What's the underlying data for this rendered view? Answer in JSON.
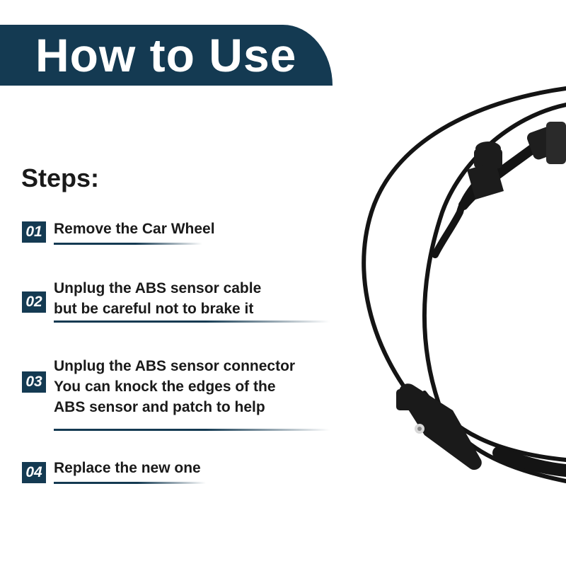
{
  "title": "How to Use",
  "steps_heading": "Steps:",
  "steps": [
    {
      "number": "01",
      "lines": [
        "Remove the Car Wheel"
      ]
    },
    {
      "number": "02",
      "lines": [
        "Unplug the ABS sensor cable",
        "but be careful not to brake it"
      ]
    },
    {
      "number": "03",
      "lines": [
        "Unplug the ABS sensor connector",
        "You can knock the edges of the",
        "ABS sensor and patch to help"
      ]
    },
    {
      "number": "04",
      "lines": [
        "Replace the new one"
      ]
    }
  ],
  "colors": {
    "accent": "#143a52",
    "text": "#1a1a1a",
    "background": "#ffffff"
  },
  "image": {
    "subject": "ABS sensor cable"
  }
}
